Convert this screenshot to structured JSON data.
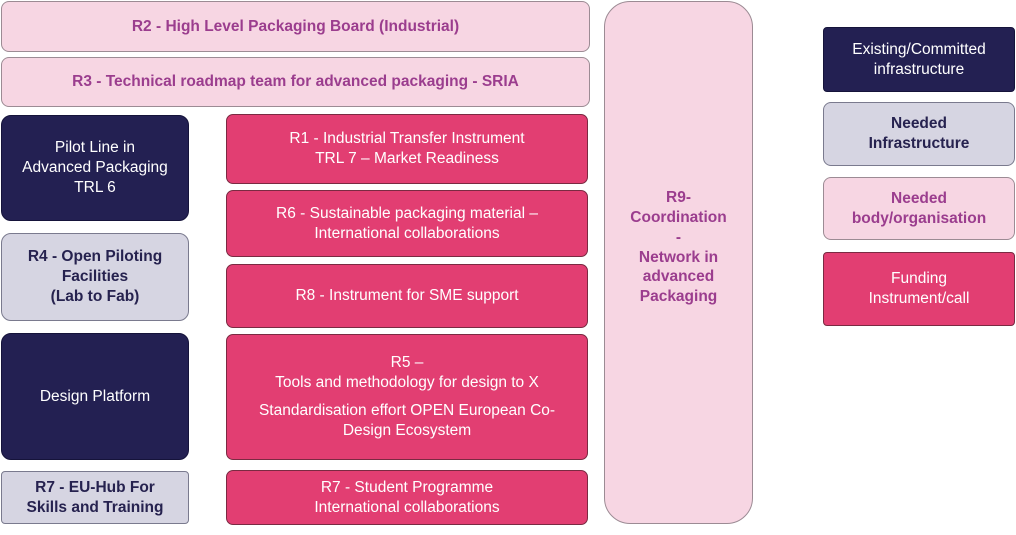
{
  "r2": {
    "text": "R2 - High Level Packaging Board (Industrial)"
  },
  "r3": {
    "text": "R3 - Technical roadmap team for  advanced packaging - SRIA"
  },
  "pilot_line": {
    "lines": [
      "Pilot Line in",
      "Advanced Packaging",
      "TRL 6"
    ]
  },
  "r4": {
    "lines": [
      "R4 - Open Piloting",
      "Facilities",
      "(Lab to Fab)"
    ]
  },
  "design_platform": {
    "text": "Design Platform"
  },
  "r7_hub": {
    "lines": [
      "R7 - EU-Hub For",
      "Skills and Training"
    ]
  },
  "r1": {
    "lines": [
      "R1 - Industrial Transfer Instrument",
      "TRL 7 – Market Readiness"
    ]
  },
  "r6": {
    "lines": [
      "R6 - Sustainable packaging material –",
      "International collaborations"
    ]
  },
  "r8": {
    "text": "R8 - Instrument for SME support"
  },
  "r5": {
    "lines": [
      "R5 –",
      "Tools and methodology for design to X",
      "Standardisation effort OPEN European Co-",
      "Design Ecosystem"
    ]
  },
  "r7_student": {
    "lines": [
      "R7 - Student Programme",
      "International collaborations"
    ]
  },
  "r9": {
    "lines": [
      "R9-",
      "Coordination",
      "-",
      "Network in",
      "advanced",
      "Packaging"
    ]
  },
  "legend": {
    "existing": {
      "lines": [
        "Existing/Committed",
        "infrastructure"
      ]
    },
    "needed_infra": {
      "lines": [
        "Needed",
        "Infrastructure"
      ]
    },
    "needed_body": {
      "lines": [
        "Needed",
        "body/organisation"
      ]
    },
    "funding": {
      "lines": [
        "Funding",
        "Instrument/call"
      ]
    }
  },
  "colors": {
    "light_pink": "#f7d6e3",
    "dark_pink": "#e23e72",
    "navy": "#232052",
    "grey": "#d6d5e2",
    "purple_text": "#9b3d8e"
  }
}
